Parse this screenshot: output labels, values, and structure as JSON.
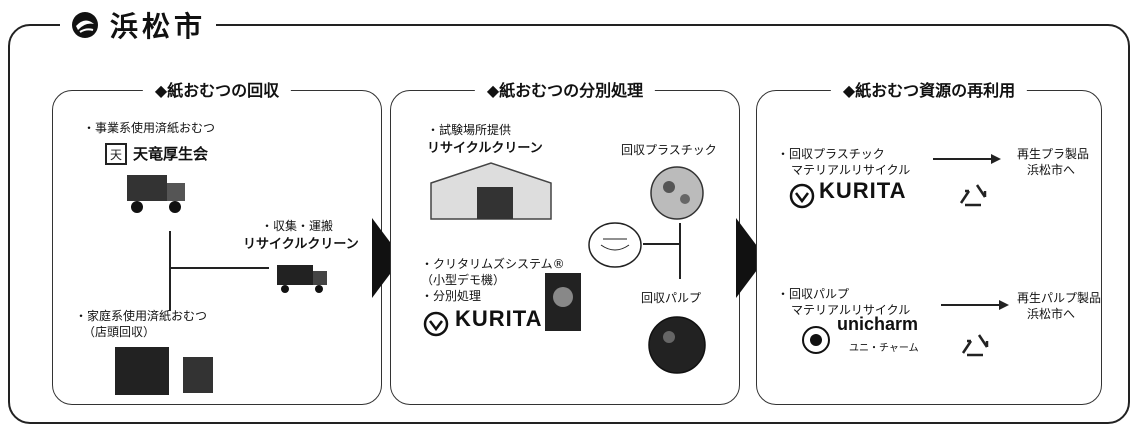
{
  "header": {
    "title": "浜松市"
  },
  "panels": {
    "collection": {
      "title": "◆紙おむつの回収",
      "business_label": "・事業系使用済紙おむつ",
      "business_org": "天竜厚生会",
      "transport_label": "・収集・運搬",
      "transport_company": "リサイクルクリーン",
      "household_label_1": "・家庭系使用済紙おむつ",
      "household_label_2": "（店頭回収）"
    },
    "separation": {
      "title": "◆紙おむつの分別処理",
      "provider_label": "・試験場所提供",
      "provider_company": "リサイクルクリーン",
      "system_label_1": "・クリタリムズシステム®",
      "system_label_2": "（小型デモ機）",
      "system_label_3": "・分別処理",
      "system_company": "KURITA",
      "output_plastic": "回収プラスチック",
      "output_pulp": "回収パルプ"
    },
    "reuse": {
      "title": "◆紙おむつ資源の再利用",
      "plastic_label_1": "・回収プラスチック",
      "plastic_label_2": "マテリアルリサイクル",
      "plastic_company": "KURITA",
      "plastic_result_1": "再生プラ製品",
      "plastic_result_2": "浜松市へ",
      "pulp_label_1": "・回収パルプ",
      "pulp_label_2": "マテリアルリサイクル",
      "pulp_company": "unicharm",
      "pulp_company_sub": "ユニ・チャーム",
      "pulp_result_1": "再生パルプ製品",
      "pulp_result_2": "浜松市へ"
    }
  },
  "colors": {
    "stroke": "#222222",
    "fill": "#111111"
  },
  "icons": [
    "hamamatsu-logo-icon",
    "truck-icon",
    "warehouse-icon",
    "machine-icon",
    "recycle-icon",
    "plastic-pile-icon",
    "pulp-pile-icon",
    "diaper-icon"
  ]
}
